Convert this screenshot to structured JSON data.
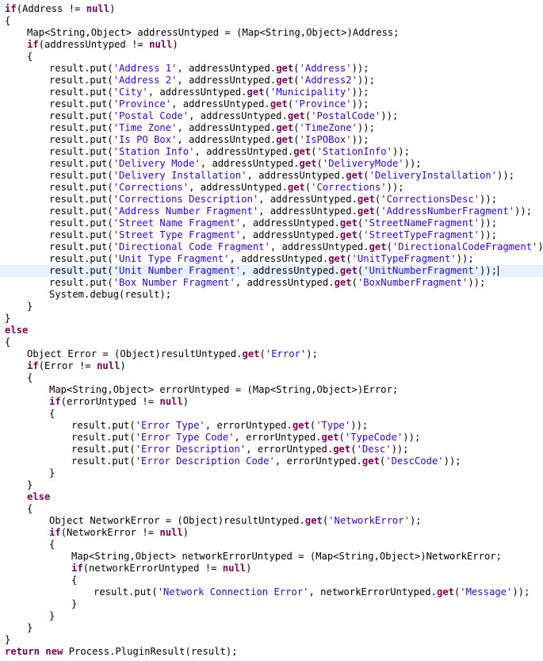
{
  "editor": {
    "current_line_index": 22,
    "colors": {
      "keyword": "#7f0055",
      "string": "#2a00ff",
      "text": "#000000",
      "current_line_bg": "#e8f2fe"
    },
    "lines": [
      {
        "indent": 0,
        "tokens": [
          [
            "k",
            "if"
          ],
          [
            "p",
            "(Address != "
          ],
          [
            "k",
            "null"
          ],
          [
            "p",
            ")"
          ]
        ]
      },
      {
        "indent": 0,
        "tokens": [
          [
            "p",
            "{"
          ]
        ]
      },
      {
        "indent": 1,
        "tokens": [
          [
            "p",
            "Map<String,Object> addressUntyped = (Map<String,Object>)Address;"
          ]
        ]
      },
      {
        "indent": 1,
        "tokens": [
          [
            "k",
            "if"
          ],
          [
            "p",
            "(addressUntyped != "
          ],
          [
            "k",
            "null"
          ],
          [
            "p",
            ")"
          ]
        ]
      },
      {
        "indent": 1,
        "tokens": [
          [
            "p",
            "{"
          ]
        ]
      },
      {
        "indent": 2,
        "tokens": [
          [
            "p",
            "result.put("
          ],
          [
            "s",
            "'Address 1'"
          ],
          [
            "p",
            ", addressUntyped."
          ],
          [
            "k",
            "get"
          ],
          [
            "p",
            "("
          ],
          [
            "s",
            "'Address'"
          ],
          [
            "p",
            "));"
          ]
        ]
      },
      {
        "indent": 2,
        "tokens": [
          [
            "p",
            "result.put("
          ],
          [
            "s",
            "'Address 2'"
          ],
          [
            "p",
            ", addressUntyped."
          ],
          [
            "k",
            "get"
          ],
          [
            "p",
            "("
          ],
          [
            "s",
            "'Address2'"
          ],
          [
            "p",
            "));"
          ]
        ]
      },
      {
        "indent": 2,
        "tokens": [
          [
            "p",
            "result.put("
          ],
          [
            "s",
            "'City'"
          ],
          [
            "p",
            ", addressUntyped."
          ],
          [
            "k",
            "get"
          ],
          [
            "p",
            "("
          ],
          [
            "s",
            "'Municipality'"
          ],
          [
            "p",
            "));"
          ]
        ]
      },
      {
        "indent": 2,
        "tokens": [
          [
            "p",
            "result.put("
          ],
          [
            "s",
            "'Province'"
          ],
          [
            "p",
            ", addressUntyped."
          ],
          [
            "k",
            "get"
          ],
          [
            "p",
            "("
          ],
          [
            "s",
            "'Province'"
          ],
          [
            "p",
            "));"
          ]
        ]
      },
      {
        "indent": 2,
        "tokens": [
          [
            "p",
            "result.put("
          ],
          [
            "s",
            "'Postal Code'"
          ],
          [
            "p",
            ", addressUntyped."
          ],
          [
            "k",
            "get"
          ],
          [
            "p",
            "("
          ],
          [
            "s",
            "'PostalCode'"
          ],
          [
            "p",
            "));"
          ]
        ]
      },
      {
        "indent": 2,
        "tokens": [
          [
            "p",
            "result.put("
          ],
          [
            "s",
            "'Time Zone'"
          ],
          [
            "p",
            ", addressUntyped."
          ],
          [
            "k",
            "get"
          ],
          [
            "p",
            "("
          ],
          [
            "s",
            "'TimeZone'"
          ],
          [
            "p",
            "));"
          ]
        ]
      },
      {
        "indent": 2,
        "tokens": [
          [
            "p",
            "result.put("
          ],
          [
            "s",
            "'Is PO Box'"
          ],
          [
            "p",
            ", addressUntyped."
          ],
          [
            "k",
            "get"
          ],
          [
            "p",
            "("
          ],
          [
            "s",
            "'IsPOBox'"
          ],
          [
            "p",
            "));"
          ]
        ]
      },
      {
        "indent": 2,
        "tokens": [
          [
            "p",
            "result.put("
          ],
          [
            "s",
            "'Station Info'"
          ],
          [
            "p",
            ", addressUntyped."
          ],
          [
            "k",
            "get"
          ],
          [
            "p",
            "("
          ],
          [
            "s",
            "'StationInfo'"
          ],
          [
            "p",
            "));"
          ]
        ]
      },
      {
        "indent": 2,
        "tokens": [
          [
            "p",
            "result.put("
          ],
          [
            "s",
            "'Delivery Mode'"
          ],
          [
            "p",
            ", addressUntyped."
          ],
          [
            "k",
            "get"
          ],
          [
            "p",
            "("
          ],
          [
            "s",
            "'DeliveryMode'"
          ],
          [
            "p",
            "));"
          ]
        ]
      },
      {
        "indent": 2,
        "tokens": [
          [
            "p",
            "result.put("
          ],
          [
            "s",
            "'Delivery Installation'"
          ],
          [
            "p",
            ", addressUntyped."
          ],
          [
            "k",
            "get"
          ],
          [
            "p",
            "("
          ],
          [
            "s",
            "'DeliveryInstallation'"
          ],
          [
            "p",
            "));"
          ]
        ]
      },
      {
        "indent": 2,
        "tokens": [
          [
            "p",
            "result.put("
          ],
          [
            "s",
            "'Corrections'"
          ],
          [
            "p",
            ", addressUntyped."
          ],
          [
            "k",
            "get"
          ],
          [
            "p",
            "("
          ],
          [
            "s",
            "'Corrections'"
          ],
          [
            "p",
            "));"
          ]
        ]
      },
      {
        "indent": 2,
        "tokens": [
          [
            "p",
            "result.put("
          ],
          [
            "s",
            "'Corrections Description'"
          ],
          [
            "p",
            ", addressUntyped."
          ],
          [
            "k",
            "get"
          ],
          [
            "p",
            "("
          ],
          [
            "s",
            "'CorrectionsDesc'"
          ],
          [
            "p",
            "));"
          ]
        ]
      },
      {
        "indent": 2,
        "tokens": [
          [
            "p",
            "result.put("
          ],
          [
            "s",
            "'Address Number Fragment'"
          ],
          [
            "p",
            ", addressUntyped."
          ],
          [
            "k",
            "get"
          ],
          [
            "p",
            "("
          ],
          [
            "s",
            "'AddressNumberFragment'"
          ],
          [
            "p",
            "));"
          ]
        ]
      },
      {
        "indent": 2,
        "tokens": [
          [
            "p",
            "result.put("
          ],
          [
            "s",
            "'Street Name Fragment'"
          ],
          [
            "p",
            ", addressUntyped."
          ],
          [
            "k",
            "get"
          ],
          [
            "p",
            "("
          ],
          [
            "s",
            "'StreetNameFragment'"
          ],
          [
            "p",
            "));"
          ]
        ]
      },
      {
        "indent": 2,
        "tokens": [
          [
            "p",
            "result.put("
          ],
          [
            "s",
            "'Street Type Fragment'"
          ],
          [
            "p",
            ", addressUntyped."
          ],
          [
            "k",
            "get"
          ],
          [
            "p",
            "("
          ],
          [
            "s",
            "'StreetTypeFragment'"
          ],
          [
            "p",
            "));"
          ]
        ]
      },
      {
        "indent": 2,
        "tokens": [
          [
            "p",
            "result.put("
          ],
          [
            "s",
            "'Directional Code Fragment'"
          ],
          [
            "p",
            ", addressUntyped."
          ],
          [
            "k",
            "get"
          ],
          [
            "p",
            "("
          ],
          [
            "s",
            "'DirectionalCodeFragment'"
          ],
          [
            "p",
            "));"
          ]
        ]
      },
      {
        "indent": 2,
        "tokens": [
          [
            "p",
            "result.put("
          ],
          [
            "s",
            "'Unit Type Fragment'"
          ],
          [
            "p",
            ", addressUntyped."
          ],
          [
            "k",
            "get"
          ],
          [
            "p",
            "("
          ],
          [
            "s",
            "'UnitTypeFragment'"
          ],
          [
            "p",
            "));"
          ]
        ]
      },
      {
        "indent": 2,
        "tokens": [
          [
            "p",
            "result.put("
          ],
          [
            "s",
            "'Unit Number Fragment'"
          ],
          [
            "p",
            ", addressUntyped."
          ],
          [
            "k",
            "get"
          ],
          [
            "p",
            "("
          ],
          [
            "s",
            "'UnitNumberFragment'"
          ],
          [
            "p",
            "));"
          ]
        ]
      },
      {
        "indent": 2,
        "tokens": [
          [
            "p",
            "result.put("
          ],
          [
            "s",
            "'Box Number Fragment'"
          ],
          [
            "p",
            ", addressUntyped."
          ],
          [
            "k",
            "get"
          ],
          [
            "p",
            "("
          ],
          [
            "s",
            "'BoxNumberFragment'"
          ],
          [
            "p",
            "));"
          ]
        ]
      },
      {
        "indent": 2,
        "tokens": [
          [
            "p",
            "System.debug(result);"
          ]
        ]
      },
      {
        "indent": 1,
        "tokens": [
          [
            "p",
            "}"
          ]
        ]
      },
      {
        "indent": 0,
        "tokens": [
          [
            "p",
            "}"
          ]
        ]
      },
      {
        "indent": 0,
        "tokens": [
          [
            "k",
            "else"
          ]
        ]
      },
      {
        "indent": 0,
        "tokens": [
          [
            "p",
            "{"
          ]
        ]
      },
      {
        "indent": 1,
        "tokens": [
          [
            "p",
            "Object Error = (Object)resultUntyped."
          ],
          [
            "k",
            "get"
          ],
          [
            "p",
            "("
          ],
          [
            "s",
            "'Error'"
          ],
          [
            "p",
            ");"
          ]
        ]
      },
      {
        "indent": 1,
        "tokens": [
          [
            "k",
            "if"
          ],
          [
            "p",
            "(Error != "
          ],
          [
            "k",
            "null"
          ],
          [
            "p",
            ")"
          ]
        ]
      },
      {
        "indent": 1,
        "tokens": [
          [
            "p",
            "{"
          ]
        ]
      },
      {
        "indent": 2,
        "tokens": [
          [
            "p",
            "Map<String,Object> errorUntyped = (Map<String,Object>)Error;"
          ]
        ]
      },
      {
        "indent": 2,
        "tokens": [
          [
            "k",
            "if"
          ],
          [
            "p",
            "(errorUntyped != "
          ],
          [
            "k",
            "null"
          ],
          [
            "p",
            ")"
          ]
        ]
      },
      {
        "indent": 2,
        "tokens": [
          [
            "p",
            "{"
          ]
        ]
      },
      {
        "indent": 3,
        "tokens": [
          [
            "p",
            "result.put("
          ],
          [
            "s",
            "'Error Type'"
          ],
          [
            "p",
            ", errorUntyped."
          ],
          [
            "k",
            "get"
          ],
          [
            "p",
            "("
          ],
          [
            "s",
            "'Type'"
          ],
          [
            "p",
            "));"
          ]
        ]
      },
      {
        "indent": 3,
        "tokens": [
          [
            "p",
            "result.put("
          ],
          [
            "s",
            "'Error Type Code'"
          ],
          [
            "p",
            ", errorUntyped."
          ],
          [
            "k",
            "get"
          ],
          [
            "p",
            "("
          ],
          [
            "s",
            "'TypeCode'"
          ],
          [
            "p",
            "));"
          ]
        ]
      },
      {
        "indent": 3,
        "tokens": [
          [
            "p",
            "result.put("
          ],
          [
            "s",
            "'Error Description'"
          ],
          [
            "p",
            ", errorUntyped."
          ],
          [
            "k",
            "get"
          ],
          [
            "p",
            "("
          ],
          [
            "s",
            "'Desc'"
          ],
          [
            "p",
            "));"
          ]
        ]
      },
      {
        "indent": 3,
        "tokens": [
          [
            "p",
            "result.put("
          ],
          [
            "s",
            "'Error Description Code'"
          ],
          [
            "p",
            ", errorUntyped."
          ],
          [
            "k",
            "get"
          ],
          [
            "p",
            "("
          ],
          [
            "s",
            "'DescCode'"
          ],
          [
            "p",
            "));"
          ]
        ]
      },
      {
        "indent": 2,
        "tokens": [
          [
            "p",
            "}"
          ]
        ]
      },
      {
        "indent": 1,
        "tokens": [
          [
            "p",
            "}"
          ]
        ]
      },
      {
        "indent": 1,
        "tokens": [
          [
            "k",
            "else"
          ]
        ]
      },
      {
        "indent": 1,
        "tokens": [
          [
            "p",
            "{"
          ]
        ]
      },
      {
        "indent": 2,
        "tokens": [
          [
            "p",
            "Object NetworkError = (Object)resultUntyped."
          ],
          [
            "k",
            "get"
          ],
          [
            "p",
            "("
          ],
          [
            "s",
            "'NetworkError'"
          ],
          [
            "p",
            ");"
          ]
        ]
      },
      {
        "indent": 2,
        "tokens": [
          [
            "k",
            "if"
          ],
          [
            "p",
            "(NetworkError != "
          ],
          [
            "k",
            "null"
          ],
          [
            "p",
            ")"
          ]
        ]
      },
      {
        "indent": 2,
        "tokens": [
          [
            "p",
            "{"
          ]
        ]
      },
      {
        "indent": 3,
        "tokens": [
          [
            "p",
            "Map<String,Object> networkErrorUntyped = (Map<String,Object>)NetworkError;"
          ]
        ]
      },
      {
        "indent": 3,
        "tokens": [
          [
            "k",
            "if"
          ],
          [
            "p",
            "(networkErrorUntyped != "
          ],
          [
            "k",
            "null"
          ],
          [
            "p",
            ")"
          ]
        ]
      },
      {
        "indent": 3,
        "tokens": [
          [
            "p",
            "{"
          ]
        ]
      },
      {
        "indent": 4,
        "tokens": [
          [
            "p",
            "result.put("
          ],
          [
            "s",
            "'Network Connection Error'"
          ],
          [
            "p",
            ", networkErrorUntyped."
          ],
          [
            "k",
            "get"
          ],
          [
            "p",
            "("
          ],
          [
            "s",
            "'Message'"
          ],
          [
            "p",
            "));"
          ]
        ]
      },
      {
        "indent": 3,
        "tokens": [
          [
            "p",
            "}"
          ]
        ]
      },
      {
        "indent": 2,
        "tokens": [
          [
            "p",
            "}"
          ]
        ]
      },
      {
        "indent": 1,
        "tokens": [
          [
            "p",
            "}"
          ]
        ]
      },
      {
        "indent": 0,
        "tokens": [
          [
            "p",
            "}"
          ]
        ]
      },
      {
        "indent": 0,
        "tokens": [
          [
            "k",
            "return"
          ],
          [
            "p",
            " "
          ],
          [
            "k",
            "new"
          ],
          [
            "p",
            " Process.PluginResult(result);"
          ]
        ]
      }
    ]
  }
}
